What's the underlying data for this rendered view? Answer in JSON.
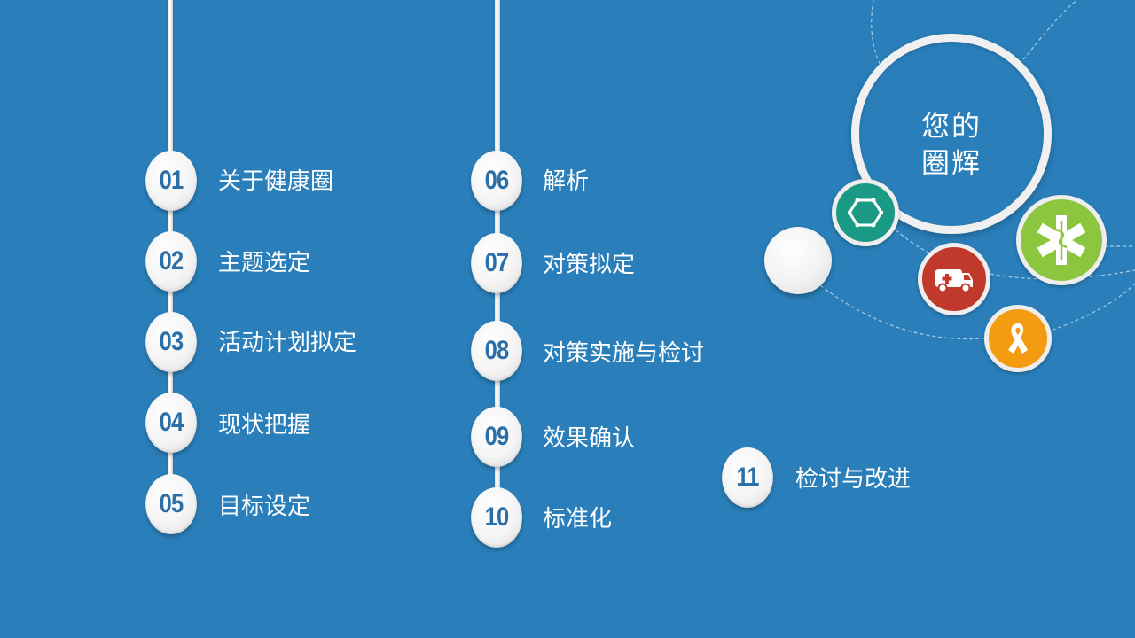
{
  "items": [
    {
      "num": "01",
      "label": "关于健康圈"
    },
    {
      "num": "02",
      "label": "主题选定"
    },
    {
      "num": "03",
      "label": "活动计划拟定"
    },
    {
      "num": "04",
      "label": "现状把握"
    },
    {
      "num": "05",
      "label": "目标设定"
    },
    {
      "num": "06",
      "label": "解析"
    },
    {
      "num": "07",
      "label": "对策拟定"
    },
    {
      "num": "08",
      "label": "对策实施与检讨"
    },
    {
      "num": "09",
      "label": "效果确认"
    },
    {
      "num": "10",
      "label": "标准化"
    },
    {
      "num": "11",
      "label": "检讨与改进"
    }
  ],
  "circle": {
    "title_line1": "您的",
    "title_line2": "圈辉"
  },
  "icons": {
    "teal": {
      "name": "hexagon-icon",
      "color": "#1a9a84"
    },
    "red": {
      "name": "ambulance-icon",
      "color": "#c0392b"
    },
    "green": {
      "name": "medical-star-icon",
      "color": "#8cc63f"
    },
    "orange": {
      "name": "ribbon-icon",
      "color": "#f39c12"
    }
  },
  "colors": {
    "background": "#2a7fba",
    "number": "#2a6fa8"
  }
}
